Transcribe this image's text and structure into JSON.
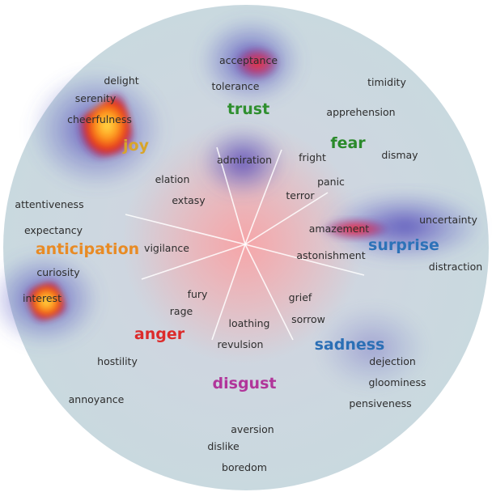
{
  "emotions": {
    "trust": {
      "label": "trust",
      "color": "#2f8f2f",
      "terms": [
        "acceptance",
        "tolerance",
        "admiration"
      ]
    },
    "fear": {
      "label": "fear",
      "color": "#2a8a2a",
      "terms": [
        "timidity",
        "apprehension",
        "dismay",
        "fright",
        "panic",
        "terror"
      ]
    },
    "surprise": {
      "label": "surprise",
      "color": "#2d72b8",
      "terms": [
        "uncertainty",
        "amazement",
        "distraction",
        "astonishment"
      ]
    },
    "sadness": {
      "label": "sadness",
      "color": "#2b6fb5",
      "terms": [
        "grief",
        "sorrow",
        "dejection",
        "gloominess",
        "pensiveness"
      ]
    },
    "disgust": {
      "label": "disgust",
      "color": "#b1359a",
      "terms": [
        "loathing",
        "revulsion",
        "aversion",
        "dislike",
        "boredom"
      ]
    },
    "anger": {
      "label": "anger",
      "color": "#dc2b2b",
      "terms": [
        "fury",
        "rage",
        "hostility",
        "annoyance"
      ]
    },
    "anticipation": {
      "label": "anticipation",
      "color": "#e88b25",
      "terms": [
        "attentiveness",
        "expectancy",
        "vigilance",
        "curiosity",
        "interest"
      ]
    },
    "joy": {
      "label": "joy",
      "color": "#d8a52a",
      "terms": [
        "delight",
        "serenity",
        "cheerfulness",
        "elation",
        "extasy"
      ]
    }
  }
}
